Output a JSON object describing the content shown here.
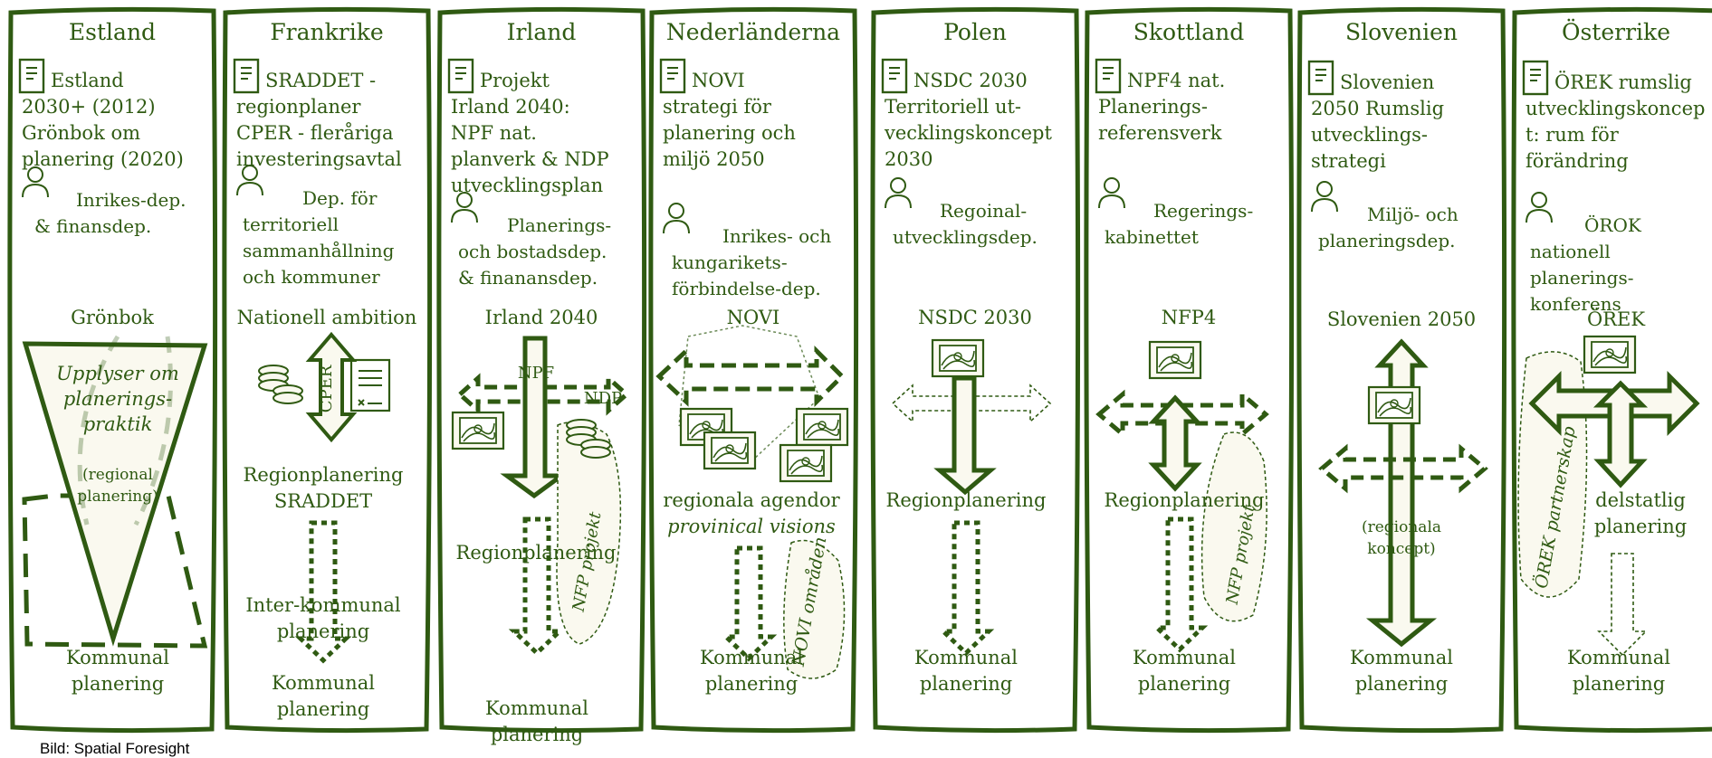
{
  "credit": "Bild: Spatial Foresight",
  "colors": {
    "ink": "#2f5a12",
    "fill": "#faf9ef",
    "background": "#ffffff"
  },
  "countries": [
    {
      "name": "Estland",
      "document": [
        "Estland",
        "2030+ (2012)",
        "Grönbok om",
        "planering (2020)"
      ],
      "authority": [
        "Inrikes-dep.",
        "& finansdep."
      ],
      "top_label": "Grönbok",
      "flow": [
        {
          "id": "funnel",
          "lines": [
            "Upplyser om",
            "planerings-",
            "praktik"
          ]
        },
        {
          "id": "regional",
          "lines": [
            "(regional",
            "planering)"
          ]
        },
        {
          "id": "municipal",
          "lines": [
            "Kommunal",
            "planering"
          ]
        }
      ]
    },
    {
      "name": "Frankrike",
      "document": [
        "SRADDET -",
        "regionplaner",
        "CPER - fleråriga",
        "investeringsavtal"
      ],
      "authority": [
        "Dep. för",
        "territoriell",
        "sammanhållning",
        "och kommuner"
      ],
      "top_label": "Nationell ambition",
      "flow": [
        {
          "id": "cper",
          "lines": [
            "CPER"
          ]
        },
        {
          "id": "regional",
          "lines": [
            "Regionplanering",
            "SRADDET"
          ]
        },
        {
          "id": "intermunicipal",
          "lines": [
            "Inter-kommunal",
            "planering"
          ]
        },
        {
          "id": "municipal",
          "lines": [
            "Kommunal",
            "planering"
          ]
        }
      ]
    },
    {
      "name": "Irland",
      "document": [
        "Projekt",
        "Irland 2040:",
        "NPF nat.",
        "planverk & NDP",
        "utvecklingsplan"
      ],
      "authority": [
        "Planerings-",
        "och bostadsdep.",
        "& finanansdep."
      ],
      "top_label": "Irland 2040",
      "flow": [
        {
          "id": "npf",
          "lines": [
            "NPF"
          ]
        },
        {
          "id": "ndp",
          "lines": [
            "NDP"
          ]
        },
        {
          "id": "regional",
          "lines": [
            "Regionplanering"
          ]
        },
        {
          "id": "npf-projects",
          "lines": [
            "NFP projekt"
          ]
        },
        {
          "id": "municipal",
          "lines": [
            "Kommunal",
            "planering"
          ]
        }
      ]
    },
    {
      "name": "Nederländerna",
      "document": [
        "NOVI",
        "strategi för",
        "planering och",
        "miljö 2050"
      ],
      "authority": [
        "Inrikes- och",
        "kungarikets-",
        "förbindelse-dep."
      ],
      "top_label": "NOVI",
      "flow": [
        {
          "id": "regional",
          "lines": [
            "regionala agendor",
            "provinical visions"
          ]
        },
        {
          "id": "novi-areas",
          "lines": [
            "NOVI områden"
          ]
        },
        {
          "id": "municipal",
          "lines": [
            "Kommunal",
            "planering"
          ]
        }
      ]
    },
    {
      "name": "Polen",
      "document": [
        "NSDC 2030",
        "Territoriell ut-",
        "vecklingskoncept",
        "2030"
      ],
      "authority": [
        "Regoinal-",
        "utvecklingsdep."
      ],
      "top_label": "NSDC 2030",
      "flow": [
        {
          "id": "regional",
          "lines": [
            "Regionplanering"
          ]
        },
        {
          "id": "municipal",
          "lines": [
            "Kommunal",
            "planering"
          ]
        }
      ]
    },
    {
      "name": "Skottland",
      "document": [
        "NPF4 nat.",
        "Planerings-",
        "referensverk"
      ],
      "authority": [
        "Regerings-",
        "kabinettet"
      ],
      "top_label": "NFP4",
      "flow": [
        {
          "id": "regional",
          "lines": [
            "Regionplanering"
          ]
        },
        {
          "id": "npf-projects",
          "lines": [
            "NFP projekt"
          ]
        },
        {
          "id": "municipal",
          "lines": [
            "Kommunal",
            "planering"
          ]
        }
      ]
    },
    {
      "name": "Slovenien",
      "document": [
        "Slovenien",
        "2050 Rumslig",
        "utvecklings-",
        "strategi"
      ],
      "authority": [
        "Miljö- och",
        "planeringsdep."
      ],
      "top_label": "Slovenien 2050",
      "flow": [
        {
          "id": "regional",
          "lines": [
            "(regionala",
            "koncept)"
          ]
        },
        {
          "id": "municipal",
          "lines": [
            "Kommunal",
            "planering"
          ]
        }
      ]
    },
    {
      "name": "Österrike",
      "document": [
        "ÖREK rumslig",
        "utvecklingskoncep",
        "t: rum för",
        "förändring"
      ],
      "authority": [
        "ÖROK",
        "nationell",
        "planerings-",
        "konferens"
      ],
      "top_label": "ÖREK",
      "flow": [
        {
          "id": "partnership",
          "lines": [
            "ÖREK partnerskap"
          ]
        },
        {
          "id": "subnational",
          "lines": [
            "delstatlig",
            "planering"
          ]
        },
        {
          "id": "municipal",
          "lines": [
            "Kommunal",
            "planering"
          ]
        }
      ]
    }
  ]
}
